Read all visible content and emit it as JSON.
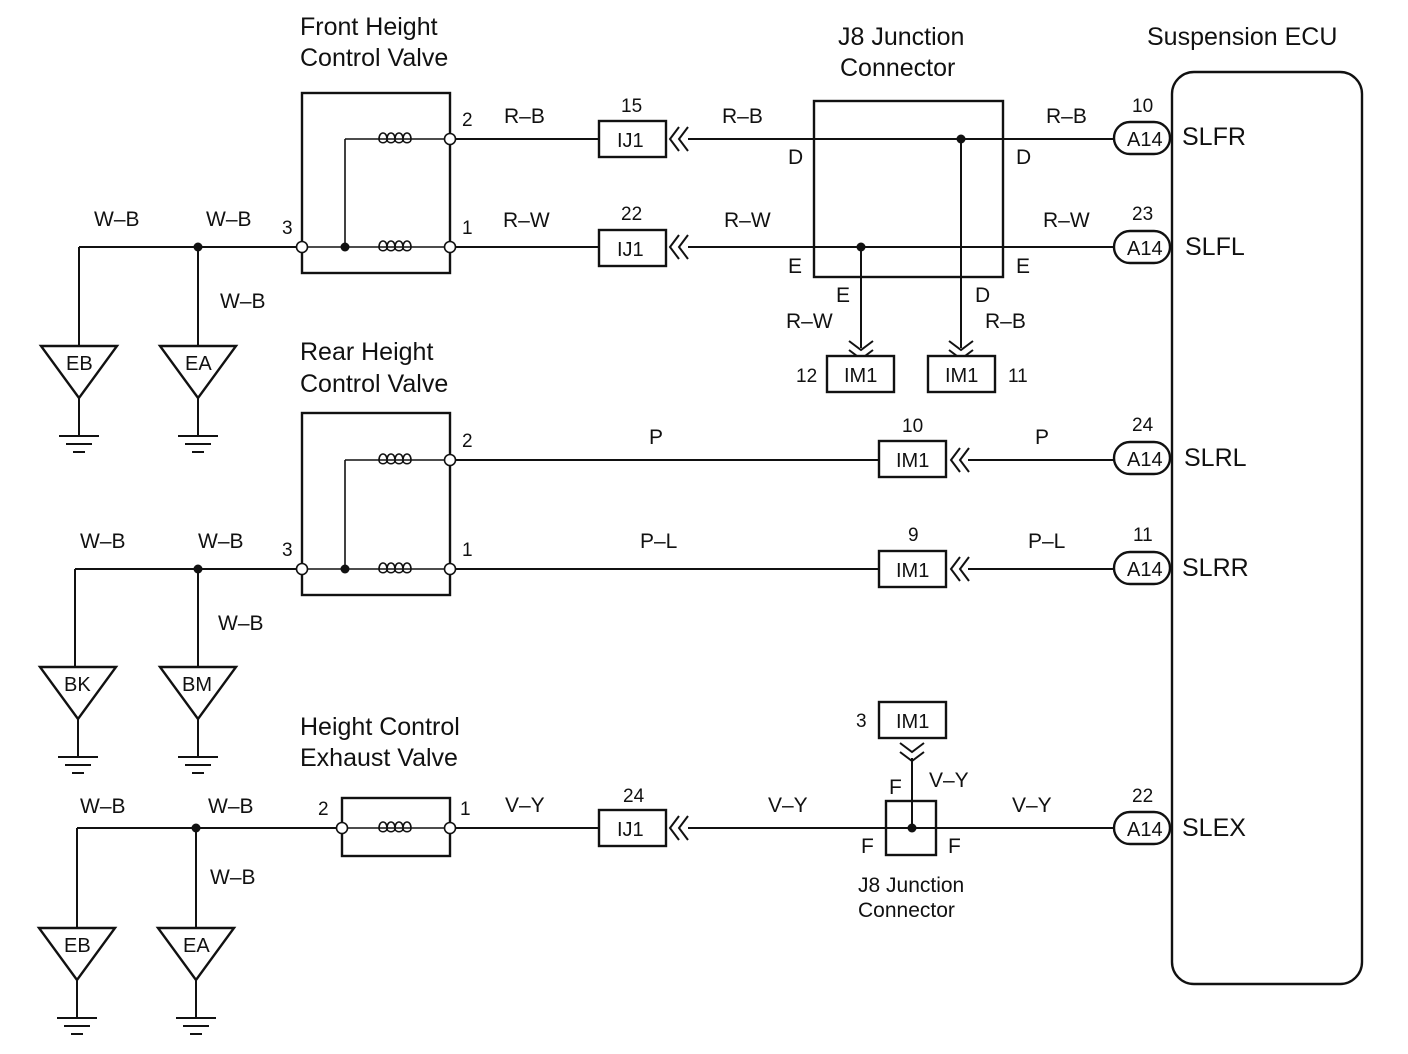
{
  "titles": {
    "front_valve": [
      "Front Height",
      "Control Valve"
    ],
    "rear_valve": [
      "Rear Height",
      "Control Valve"
    ],
    "exhaust_valve": [
      "Height Control",
      "Exhaust Valve"
    ],
    "j8_top": [
      "J8 Junction",
      "Connector"
    ],
    "j8_bottom": [
      "J8 Junction",
      "Connector"
    ],
    "ecu": "Suspension ECU"
  },
  "ecu_pins": [
    {
      "pin": "10",
      "conn": "A14",
      "signal": "SLFR"
    },
    {
      "pin": "23",
      "conn": "A14",
      "signal": "SLFL"
    },
    {
      "pin": "24",
      "conn": "A14",
      "signal": "SLRL"
    },
    {
      "pin": "11",
      "conn": "A14",
      "signal": "SLRR"
    },
    {
      "pin": "22",
      "conn": "A14",
      "signal": "SLEX"
    }
  ],
  "connectors": [
    {
      "pin": "15",
      "name": "IJ1"
    },
    {
      "pin": "22",
      "name": "IJ1"
    },
    {
      "pin": "24",
      "name": "IJ1"
    },
    {
      "pin": "10",
      "name": "IM1"
    },
    {
      "pin": "9",
      "name": "IM1"
    },
    {
      "pin": "12",
      "name": "IM1"
    },
    {
      "pin": "11",
      "name": "IM1"
    },
    {
      "pin": "3",
      "name": "IM1"
    }
  ],
  "grounds": [
    "EB",
    "EA",
    "BK",
    "BM",
    "EB",
    "EA"
  ],
  "wire_colors": {
    "wb": "W–B",
    "rb": "R–B",
    "rw": "R–W",
    "p": "P",
    "pl": "P–L",
    "vy": "V–Y"
  },
  "valve_pins": {
    "one": "1",
    "two": "2",
    "three": "3"
  },
  "junction_pins": {
    "d": "D",
    "e": "E",
    "f": "F"
  }
}
